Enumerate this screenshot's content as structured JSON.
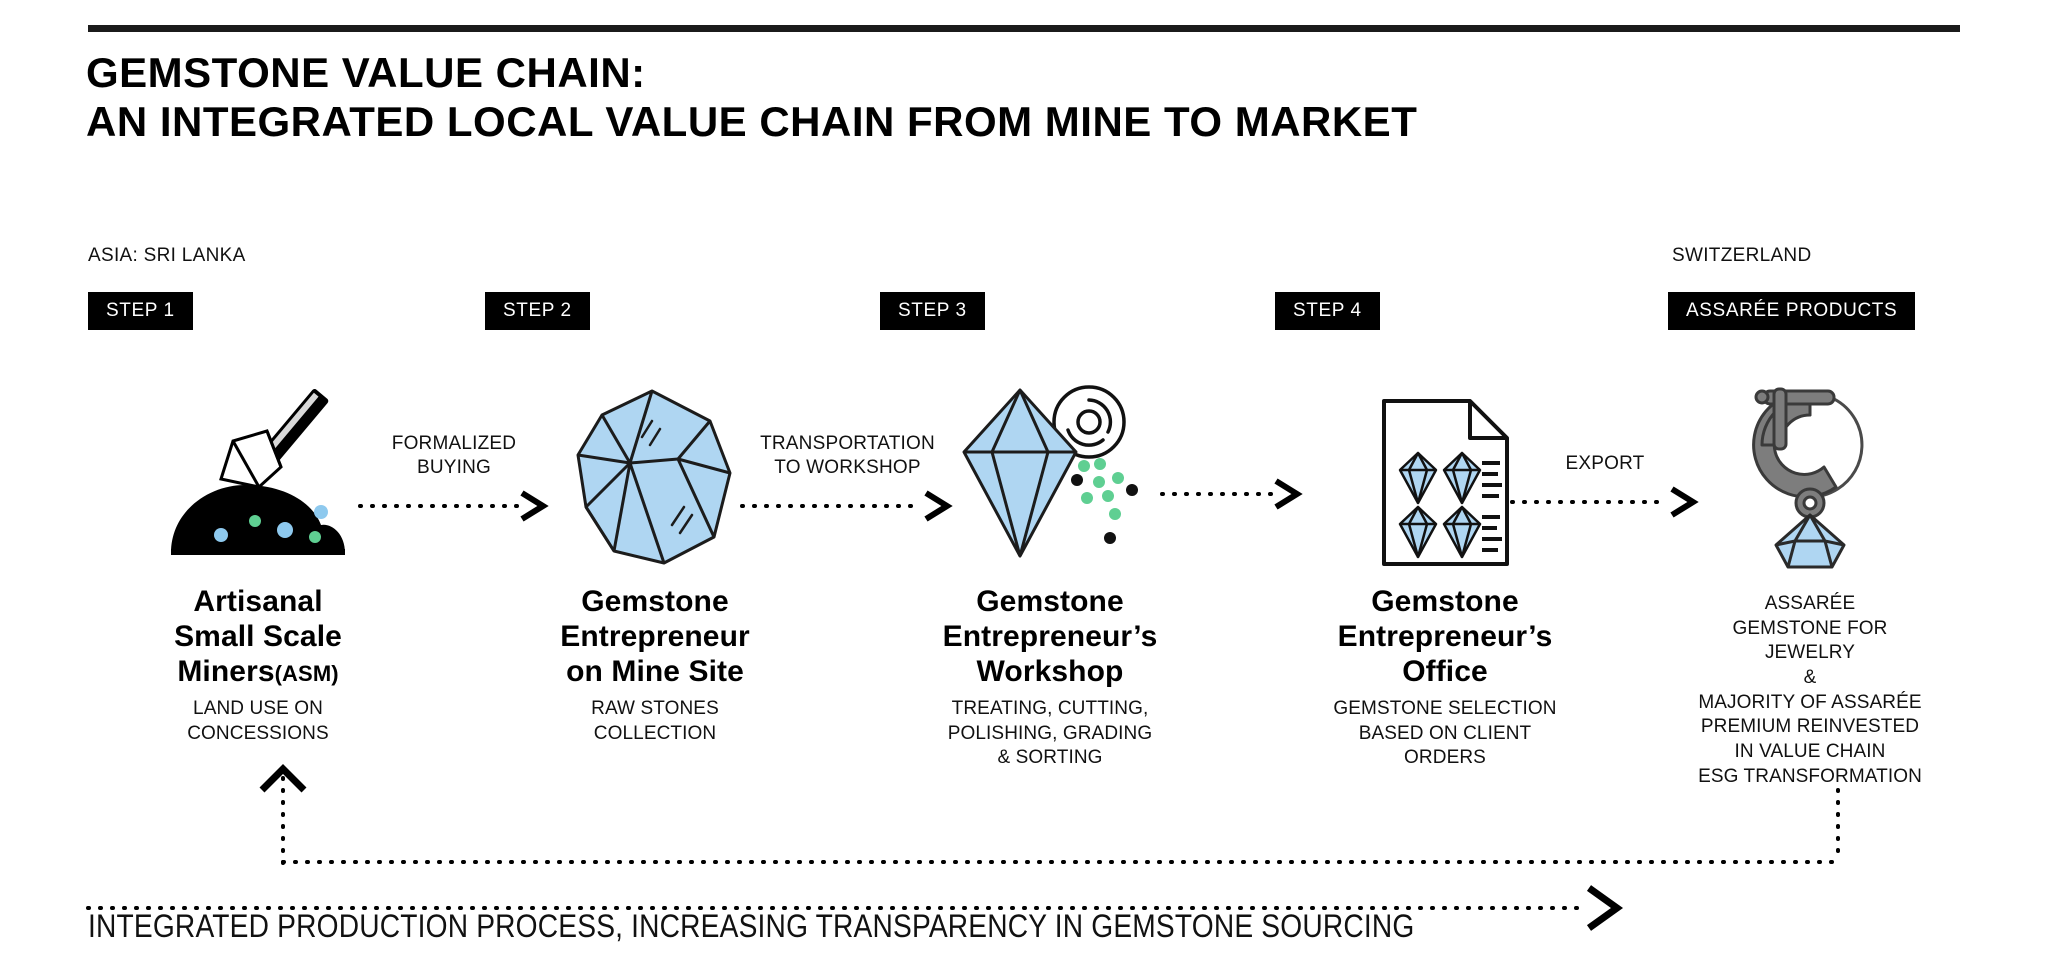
{
  "title": {
    "line1": "GEMSTONE VALUE CHAIN:",
    "line2": "AN INTEGRATED LOCAL VALUE CHAIN FROM MINE TO MARKET"
  },
  "regions": {
    "origin": "ASIA: SRI LANKA",
    "destination": "SWITZERLAND"
  },
  "badges": {
    "step1": "STEP 1",
    "step2": "STEP 2",
    "step3": "STEP 3",
    "step4": "STEP 4",
    "products": "ASSARÉE PRODUCTS"
  },
  "steps": [
    {
      "icon": "pickaxe-mining-mound-icon",
      "headline_lines": [
        "Artisanal",
        "Small Scale",
        "Miners"
      ],
      "headline_suffix": "(ASM)",
      "sub_lines": [
        "LAND USE ON",
        "CONCESSIONS"
      ]
    },
    {
      "icon": "rough-gemstone-icon",
      "headline_lines": [
        "Gemstone",
        "Entrepreneur",
        "on Mine Site"
      ],
      "headline_suffix": "",
      "sub_lines": [
        "RAW STONES",
        "COLLECTION"
      ]
    },
    {
      "icon": "cut-gem-polishing-wheel-icon",
      "headline_lines": [
        "Gemstone",
        "Entrepreneur’s",
        "Workshop"
      ],
      "headline_suffix": "",
      "sub_lines": [
        "TREATING, CUTTING,",
        "POLISHING, GRADING",
        "& SORTING"
      ]
    },
    {
      "icon": "gem-order-document-icon",
      "headline_lines": [
        "Gemstone",
        "Entrepreneur’s",
        "Office"
      ],
      "headline_suffix": "",
      "sub_lines": [
        "GEMSTONE SELECTION",
        "BASED ON CLIENT",
        "ORDERS"
      ]
    }
  ],
  "final": {
    "icon": "gemstone-earring-icon",
    "lines": [
      "ASSARÉE",
      "GEMSTONE FOR",
      "JEWELRY",
      "&",
      "MAJORITY OF ASSARÉE",
      "PREMIUM REINVESTED",
      "IN VALUE CHAIN",
      "ESG TRANSFORMATION"
    ]
  },
  "connectors": [
    {
      "label": "FORMALIZED\nBUYING"
    },
    {
      "label": "TRANSPORTATION\nTO WORKSHOP"
    },
    {
      "label": ""
    },
    {
      "label": "EXPORT"
    }
  ],
  "footer": {
    "text": "INTEGRATED PRODUCTION PROCESS, INCREASING TRANSPARENCY IN GEMSTONE SOURCING"
  },
  "colors": {
    "gem_blue": "#AFD6F2",
    "gem_blue_dark": "#8EC2E8",
    "accent_green": "#5FCF92",
    "metal_gray": "#7D7D7D",
    "ink": "#000000"
  }
}
